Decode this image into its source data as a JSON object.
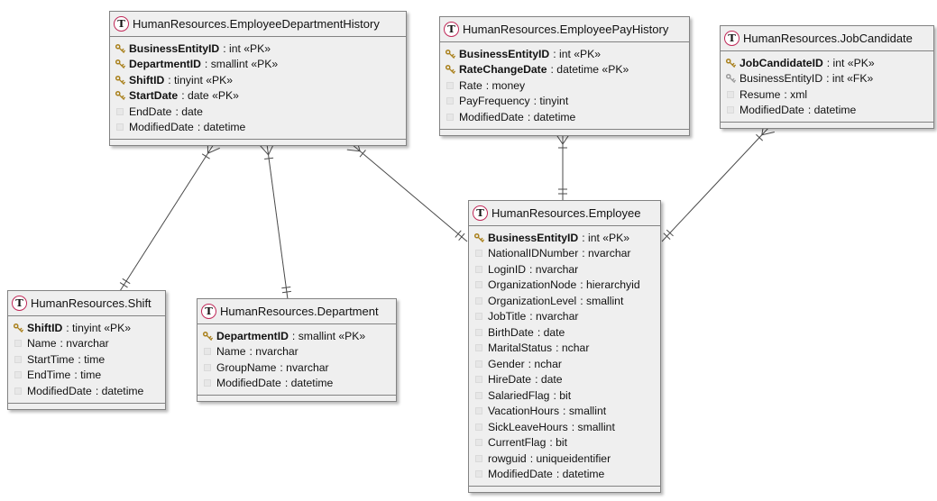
{
  "diagram": {
    "type": "entity-relationship-diagram",
    "notation": "crows-foot",
    "entity_icon": "T",
    "colors": {
      "entity_fill": "#efefef",
      "entity_border": "#828282",
      "spot_ring": "#c02858",
      "spot_letter": "#161616",
      "pk_key": "#a9801c",
      "fk_key": "#9a9a9a",
      "line": "#4a4a4a",
      "text": "#121212"
    }
  },
  "tables": [
    {
      "title": "HumanResources.EmployeeDepartmentHistory",
      "columns": [
        {
          "name": "BusinessEntityID",
          "type": "int",
          "key": "PK"
        },
        {
          "name": "DepartmentID",
          "type": "smallint",
          "key": "PK"
        },
        {
          "name": "ShiftID",
          "type": "tinyint",
          "key": "PK"
        },
        {
          "name": "StartDate",
          "type": "date",
          "key": "PK"
        },
        {
          "name": "EndDate",
          "type": "date",
          "key": null
        },
        {
          "name": "ModifiedDate",
          "type": "datetime",
          "key": null
        }
      ]
    },
    {
      "title": "HumanResources.EmployeePayHistory",
      "columns": [
        {
          "name": "BusinessEntityID",
          "type": "int",
          "key": "PK"
        },
        {
          "name": "RateChangeDate",
          "type": "datetime",
          "key": "PK"
        },
        {
          "name": "Rate",
          "type": "money",
          "key": null
        },
        {
          "name": "PayFrequency",
          "type": "tinyint",
          "key": null
        },
        {
          "name": "ModifiedDate",
          "type": "datetime",
          "key": null
        }
      ]
    },
    {
      "title": "HumanResources.JobCandidate",
      "columns": [
        {
          "name": "JobCandidateID",
          "type": "int",
          "key": "PK"
        },
        {
          "name": "BusinessEntityID",
          "type": "int",
          "key": "FK"
        },
        {
          "name": "Resume",
          "type": "xml",
          "key": null
        },
        {
          "name": "ModifiedDate",
          "type": "datetime",
          "key": null
        }
      ]
    },
    {
      "title": "HumanResources.Shift",
      "columns": [
        {
          "name": "ShiftID",
          "type": "tinyint",
          "key": "PK"
        },
        {
          "name": "Name",
          "type": "nvarchar",
          "key": null
        },
        {
          "name": "StartTime",
          "type": "time",
          "key": null
        },
        {
          "name": "EndTime",
          "type": "time",
          "key": null
        },
        {
          "name": "ModifiedDate",
          "type": "datetime",
          "key": null
        }
      ]
    },
    {
      "title": "HumanResources.Department",
      "columns": [
        {
          "name": "DepartmentID",
          "type": "smallint",
          "key": "PK"
        },
        {
          "name": "Name",
          "type": "nvarchar",
          "key": null
        },
        {
          "name": "GroupName",
          "type": "nvarchar",
          "key": null
        },
        {
          "name": "ModifiedDate",
          "type": "datetime",
          "key": null
        }
      ]
    },
    {
      "title": "HumanResources.Employee",
      "columns": [
        {
          "name": "BusinessEntityID",
          "type": "int",
          "key": "PK"
        },
        {
          "name": "NationalIDNumber",
          "type": "nvarchar",
          "key": null
        },
        {
          "name": "LoginID",
          "type": "nvarchar",
          "key": null
        },
        {
          "name": "OrganizationNode",
          "type": "hierarchyid",
          "key": null
        },
        {
          "name": "OrganizationLevel",
          "type": "smallint",
          "key": null
        },
        {
          "name": "JobTitle",
          "type": "nvarchar",
          "key": null
        },
        {
          "name": "BirthDate",
          "type": "date",
          "key": null
        },
        {
          "name": "MaritalStatus",
          "type": "nchar",
          "key": null
        },
        {
          "name": "Gender",
          "type": "nchar",
          "key": null
        },
        {
          "name": "HireDate",
          "type": "date",
          "key": null
        },
        {
          "name": "SalariedFlag",
          "type": "bit",
          "key": null
        },
        {
          "name": "VacationHours",
          "type": "smallint",
          "key": null
        },
        {
          "name": "SickLeaveHours",
          "type": "smallint",
          "key": null
        },
        {
          "name": "CurrentFlag",
          "type": "bit",
          "key": null
        },
        {
          "name": "rowguid",
          "type": "uniqueidentifier",
          "key": null
        },
        {
          "name": "ModifiedDate",
          "type": "datetime",
          "key": null
        }
      ]
    }
  ],
  "relationships": [
    {
      "from": "HumanResources.EmployeeDepartmentHistory",
      "to": "HumanResources.Shift",
      "from_cardinality": "many",
      "to_cardinality": "one"
    },
    {
      "from": "HumanResources.EmployeeDepartmentHistory",
      "to": "HumanResources.Department",
      "from_cardinality": "many",
      "to_cardinality": "one"
    },
    {
      "from": "HumanResources.EmployeeDepartmentHistory",
      "to": "HumanResources.Employee",
      "from_cardinality": "many",
      "to_cardinality": "one"
    },
    {
      "from": "HumanResources.EmployeePayHistory",
      "to": "HumanResources.Employee",
      "from_cardinality": "many",
      "to_cardinality": "one"
    },
    {
      "from": "HumanResources.JobCandidate",
      "to": "HumanResources.Employee",
      "from_cardinality": "many",
      "to_cardinality": "one"
    }
  ]
}
